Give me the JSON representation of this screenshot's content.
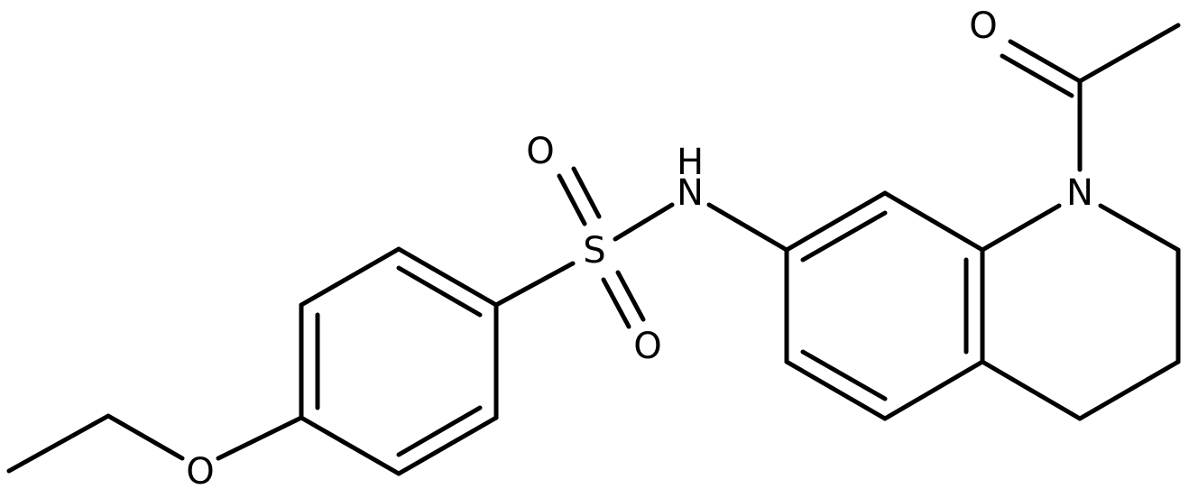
{
  "molecule": {
    "atom_labels": {
      "sulfur": "S",
      "sulfonyl_oxygen_top": "O",
      "sulfonyl_oxygen_bottom": "O",
      "amine_h": "H",
      "amine_n": "N",
      "ring_nitrogen": "N",
      "carbonyl_oxygen": "O",
      "ether_oxygen": "O"
    },
    "colors": {
      "bond": "#000000",
      "label": "#000000",
      "background": "#ffffff"
    }
  }
}
